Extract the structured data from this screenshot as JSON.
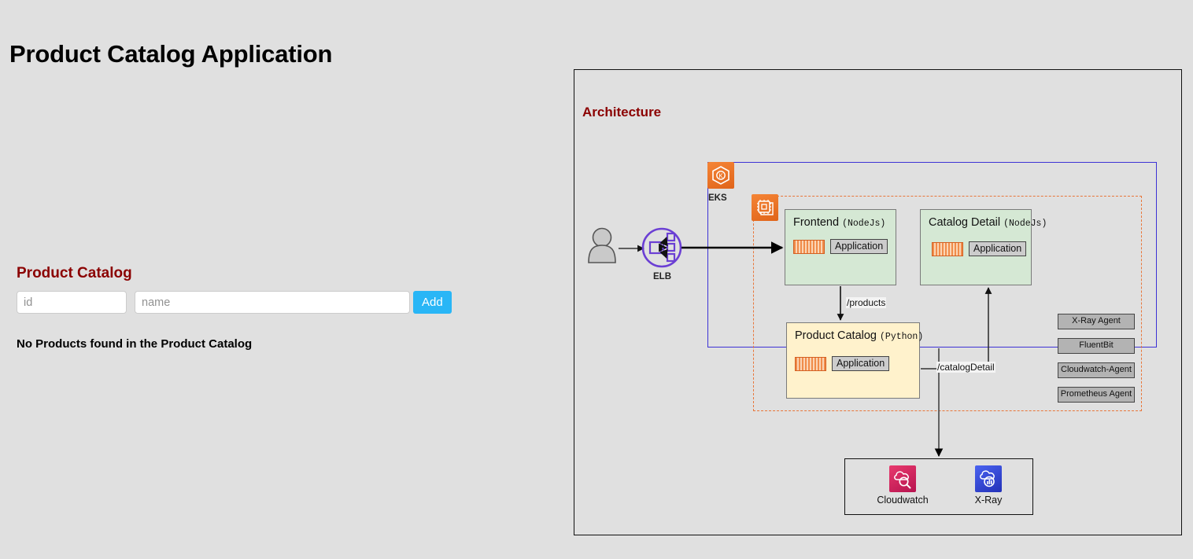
{
  "page": {
    "title": "Product Catalog Application",
    "background_color": "#e0e0e0"
  },
  "catalog": {
    "heading": "Product Catalog",
    "heading_color": "#8b0000",
    "id_placeholder": "id",
    "id_value": "",
    "name_placeholder": "name",
    "name_value": "",
    "add_label": "Add",
    "add_color": "#29b6f6",
    "empty_message": "No Products found in the Product Catalog"
  },
  "architecture": {
    "heading": "Architecture",
    "heading_color": "#8b0000",
    "user_label": "",
    "elb_label": "ELB",
    "elb_color": "#6b3fd4",
    "eks_label": "EKS",
    "eks_color": "#f58536",
    "nodegroup_label": "",
    "cluster_border_color": "#3c32d5",
    "nodegroup_border_color": "#e8763a",
    "services": [
      {
        "name": "Frontend",
        "runtime": "NodeJs",
        "badge": "Application",
        "fill": "#d5e8d4"
      },
      {
        "name": "Catalog Detail",
        "runtime": "NodeJs",
        "badge": "Application",
        "fill": "#d5e8d4"
      },
      {
        "name": "Product Catalog",
        "runtime": "Python",
        "badge": "Application",
        "fill": "#fff2cc"
      }
    ],
    "edges": [
      {
        "label": "/products"
      },
      {
        "label": "/catalogDetail"
      }
    ],
    "agents": [
      {
        "label": "X-Ray Agent"
      },
      {
        "label": "FluentBit"
      },
      {
        "label": "Cloudwatch-Agent"
      },
      {
        "label": "Prometheus Agent"
      }
    ],
    "monitoring": [
      {
        "label": "Cloudwatch",
        "color": "#d6245f"
      },
      {
        "label": "X-Ray",
        "color": "#3b4ad8"
      }
    ]
  }
}
